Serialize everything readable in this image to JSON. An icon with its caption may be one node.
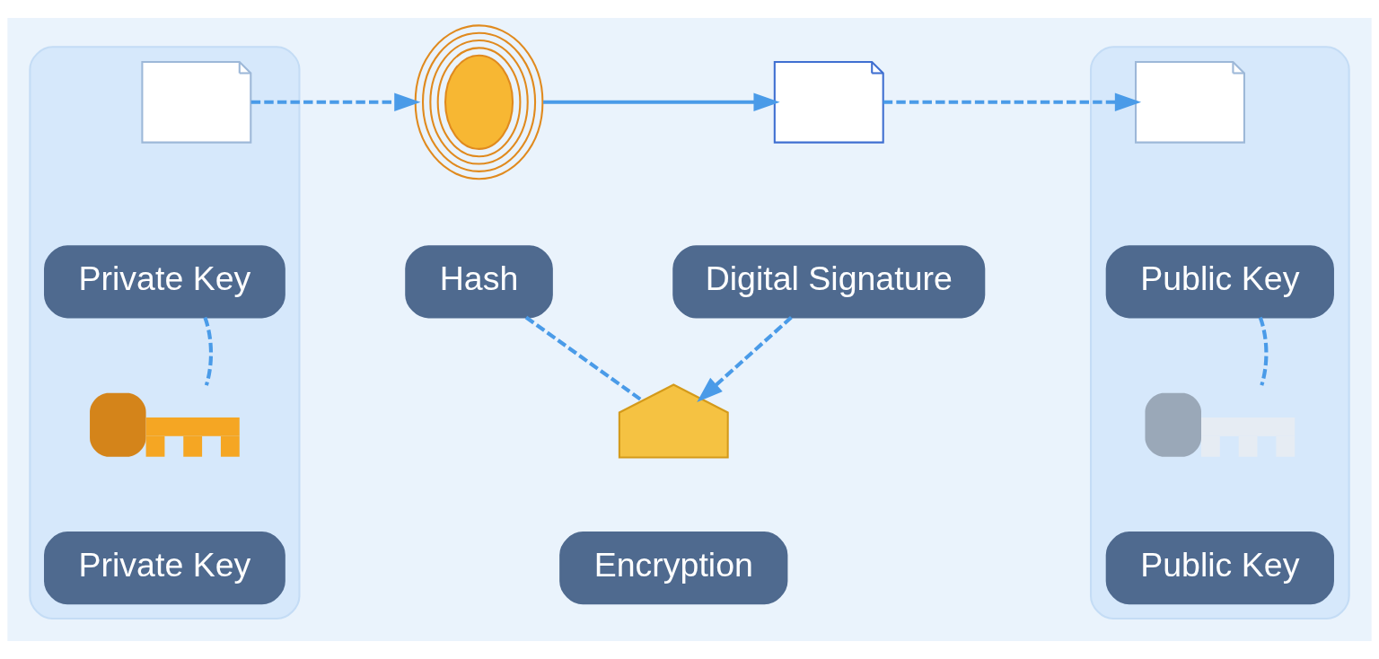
{
  "diagram": {
    "nodes": [
      {
        "text": [],
        "shape": "box"
      },
      {
        "text": [],
        "shape": "picture",
        "in": 0
      },
      {
        "text": [
          "Private Key"
        ],
        "in": 0
      },
      {
        "text": [],
        "shape": "picture",
        "in": 0
      },
      {
        "text": [
          "Private Key"
        ],
        "in": 0
      },
      {
        "text": [],
        "shape": "picture"
      },
      {
        "text": [
          "Hash"
        ]
      },
      {
        "text": [],
        "shape": "picture"
      },
      {
        "text": [
          "Digital Signature"
        ]
      },
      {
        "text": [],
        "shape": "picture"
      },
      {
        "text": [
          "Encryption"
        ]
      },
      {
        "text": [],
        "shape": "box"
      },
      {
        "text": [],
        "shape": "picture",
        "in": 11
      },
      {
        "text": [
          "Public Key"
        ],
        "in": 11
      },
      {
        "text": [],
        "shape": "picture",
        "in": 11
      },
      {
        "text": [
          "Public Key"
        ],
        "in": 11
      }
    ],
    "edges": [
      {
        "from": 1,
        "to": 5,
        "arrow": "to",
        "style": "dashed"
      },
      {
        "from": 5,
        "to": 7,
        "arrow": "to"
      },
      {
        "from": 7,
        "to": 12,
        "arrow": "to",
        "style": "dashed"
      },
      {
        "from": 2,
        "to": 3,
        "arrow": "none",
        "style": "dashed"
      },
      {
        "from": 13,
        "to": 14,
        "arrow": "none",
        "style": "dashed"
      },
      {
        "from": 6,
        "to": 9,
        "arrow": "none",
        "style": "dashed"
      },
      {
        "from": 8,
        "to": 9,
        "arrow": "to",
        "style": "dashed"
      }
    ]
  }
}
